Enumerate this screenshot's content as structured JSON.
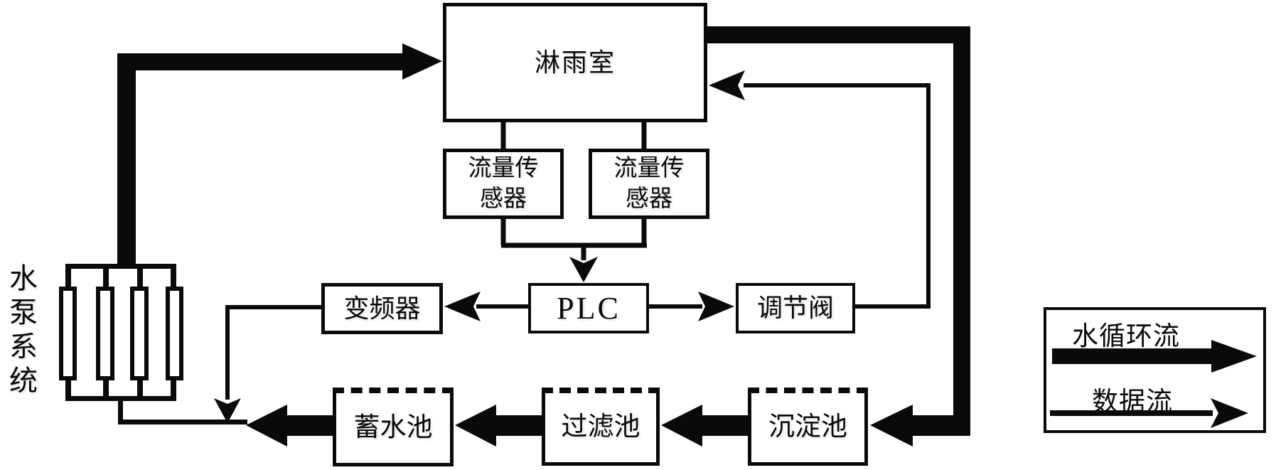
{
  "diagram_type": "water-circulation control system block diagram",
  "nodes": {
    "rain_room": {
      "label": "淋雨室"
    },
    "flow_sensor_left": {
      "label_line1": "流量传",
      "label_line2": "感器"
    },
    "flow_sensor_right": {
      "label_line1": "流量传",
      "label_line2": "感器"
    },
    "plc": {
      "label": "PLC"
    },
    "inverter": {
      "label": "变频器"
    },
    "valve": {
      "label": "调节阀"
    },
    "storage_pool": {
      "label": "蓄水池"
    },
    "filter_pool": {
      "label": "过滤池"
    },
    "sediment_pool": {
      "label": "沉淀池"
    },
    "pump_system": {
      "label": "水泵系统"
    }
  },
  "legend": {
    "water_flow_label": "水循环流",
    "data_flow_label": "数据流"
  },
  "edges": [
    {
      "from": "pump_system",
      "to": "rain_room",
      "type": "water"
    },
    {
      "from": "rain_room",
      "to": "sediment_pool",
      "type": "water"
    },
    {
      "from": "sediment_pool",
      "to": "filter_pool",
      "type": "water"
    },
    {
      "from": "filter_pool",
      "to": "storage_pool",
      "type": "water"
    },
    {
      "from": "storage_pool",
      "to": "pump_system",
      "type": "water"
    },
    {
      "from": "rain_room",
      "to": "flow_sensor_left",
      "type": "data"
    },
    {
      "from": "rain_room",
      "to": "flow_sensor_right",
      "type": "data"
    },
    {
      "from": "flow_sensor_left",
      "to": "plc",
      "type": "data"
    },
    {
      "from": "flow_sensor_right",
      "to": "plc",
      "type": "data"
    },
    {
      "from": "plc",
      "to": "inverter",
      "type": "data"
    },
    {
      "from": "plc",
      "to": "valve",
      "type": "data"
    },
    {
      "from": "valve",
      "to": "rain_room",
      "type": "data"
    },
    {
      "from": "inverter",
      "to": "pump_system",
      "type": "data"
    }
  ],
  "colors": {
    "ink": "#0a0a0a",
    "background": "#ffffff"
  }
}
